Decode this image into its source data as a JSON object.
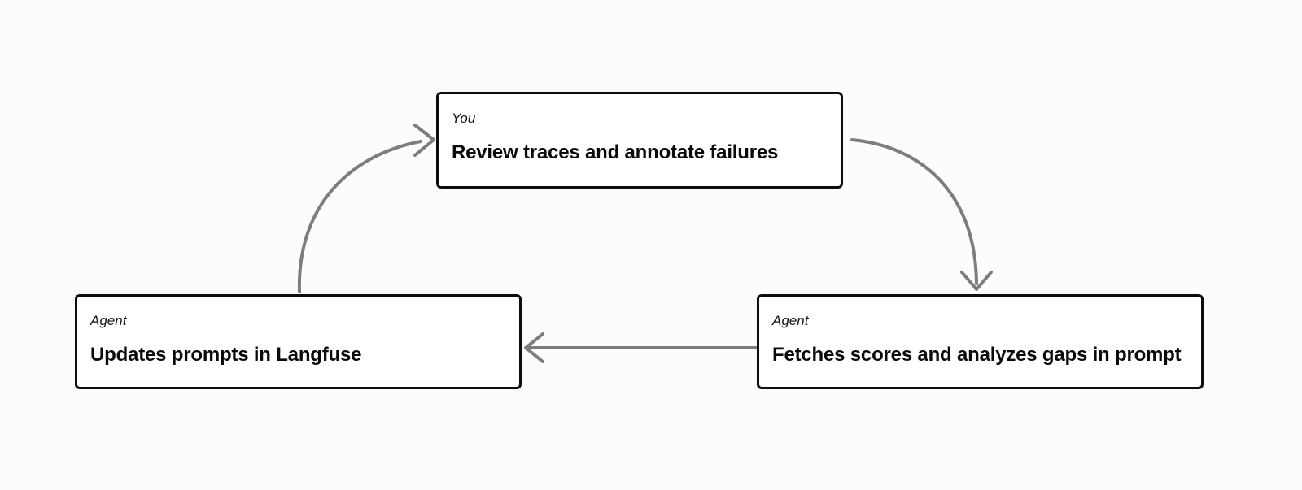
{
  "page": {
    "background": "#fcfcfc"
  },
  "diagram": {
    "arrow_color": "#7d7d7d",
    "node_border_color": "#0e0e0e",
    "nodes": {
      "review": {
        "actor": "You",
        "title": "Review traces and annotate failures"
      },
      "fetch": {
        "actor": "Agent",
        "title": "Fetches scores and analyzes gaps in prompt"
      },
      "update": {
        "actor": "Agent",
        "title": "Updates prompts in Langfuse"
      }
    },
    "edges": [
      {
        "from": "update",
        "to": "review",
        "shape": "curve-up-right"
      },
      {
        "from": "review",
        "to": "fetch",
        "shape": "curve-right-down"
      },
      {
        "from": "fetch",
        "to": "update",
        "shape": "straight-left"
      }
    ]
  }
}
